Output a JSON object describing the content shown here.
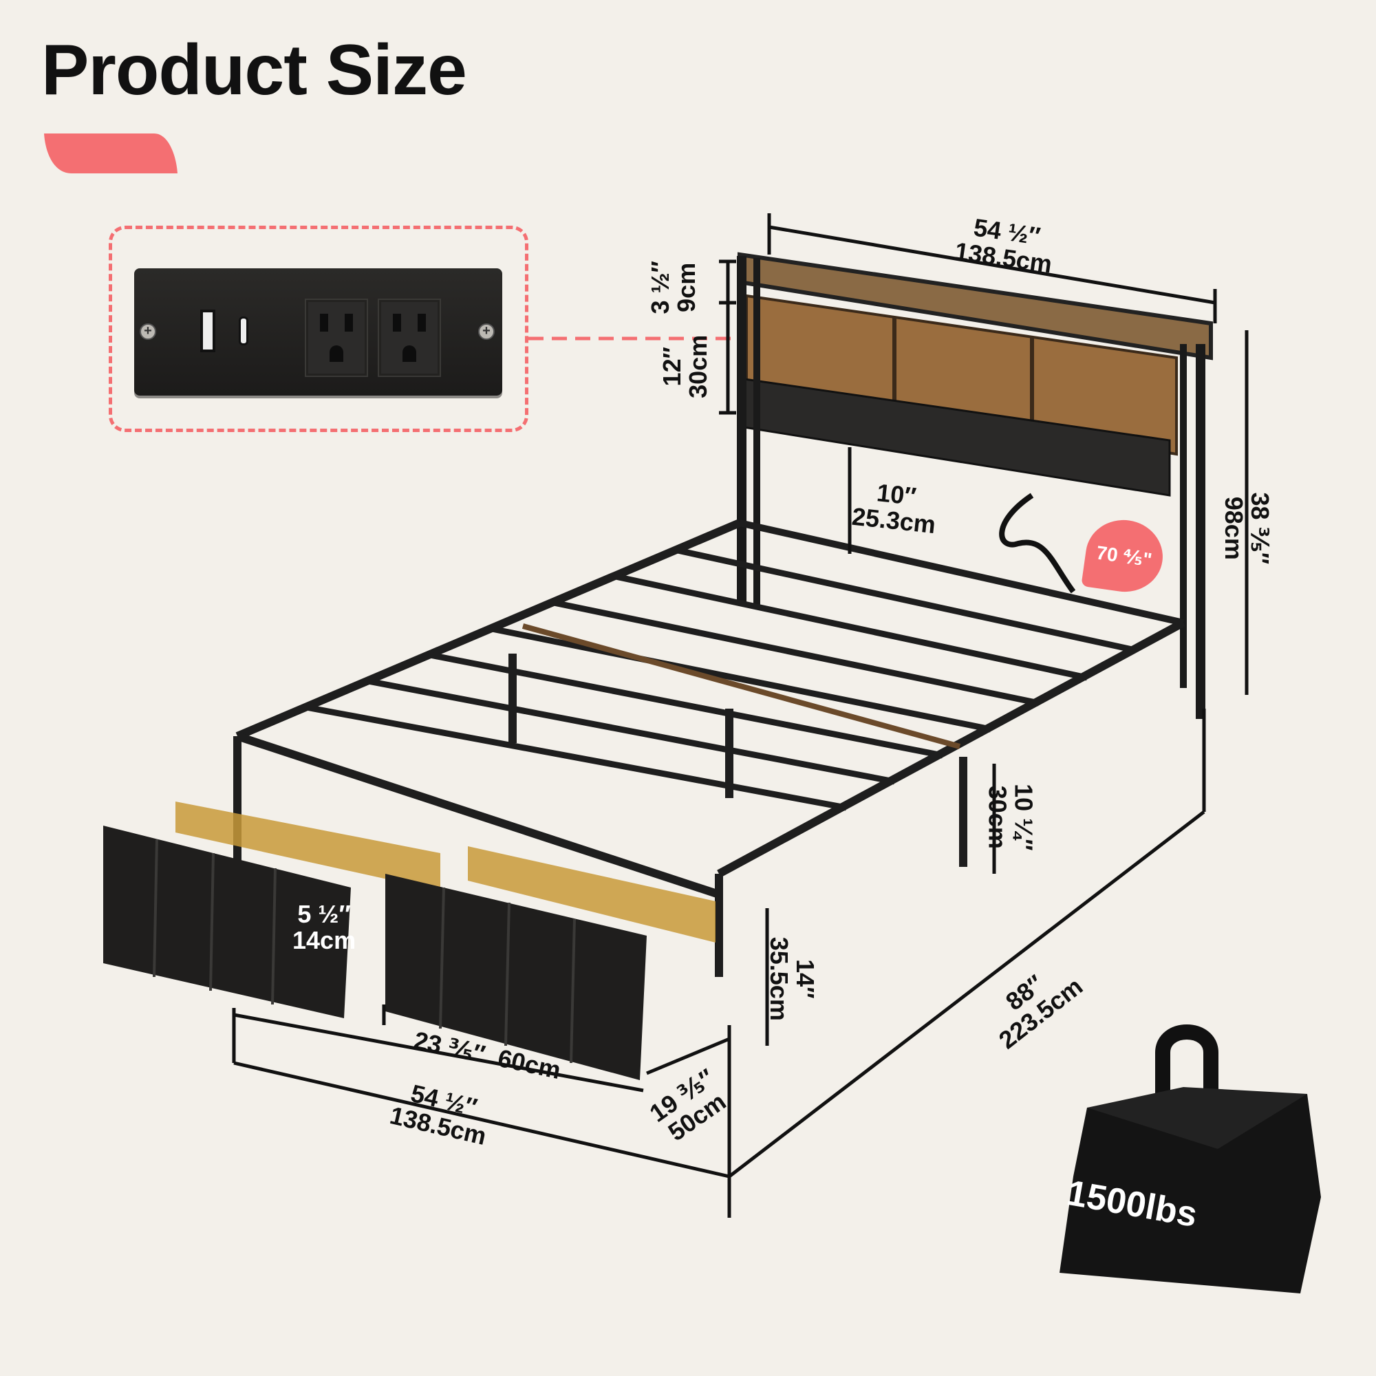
{
  "header": {
    "title": "Product Size",
    "accent_color": "#f46f72",
    "background_color": "#f3f0ea"
  },
  "callout": {
    "name": "power outlet panel",
    "components": [
      "USB-A port",
      "USB-C port",
      "AC outlet",
      "AC outlet"
    ]
  },
  "dimensions": {
    "headboard_width": {
      "imperial": "54 ½″",
      "metric": "138.5cm"
    },
    "top_shelf_height": {
      "imperial": "3 ½″",
      "metric": "9cm"
    },
    "storage_height": {
      "imperial": "12″",
      "metric": "30cm"
    },
    "total_height": {
      "imperial": "38 ⅗″",
      "metric": "98cm"
    },
    "headboard_clearance": {
      "imperial": "10″",
      "metric": "25.3cm"
    },
    "cord_length": {
      "imperial": "70 ⅘\""
    },
    "under_bed_clearance": {
      "imperial": "10 ¼″",
      "metric": "30cm"
    },
    "drawer_height": {
      "imperial": "5 ½″",
      "metric": "14cm"
    },
    "footboard_height": {
      "imperial": "14″",
      "metric": "35.5cm"
    },
    "drawer_width": {
      "imperial": "23 ⅗″",
      "metric": "60cm"
    },
    "drawer_depth": {
      "imperial": "19 ⅗″",
      "metric": "50cm"
    },
    "bed_width": {
      "imperial": "54 ½″",
      "metric": "138.5cm"
    },
    "bed_length": {
      "imperial": "88″",
      "metric": "223.5cm"
    }
  },
  "weight_capacity": {
    "label": "1500lbs"
  }
}
